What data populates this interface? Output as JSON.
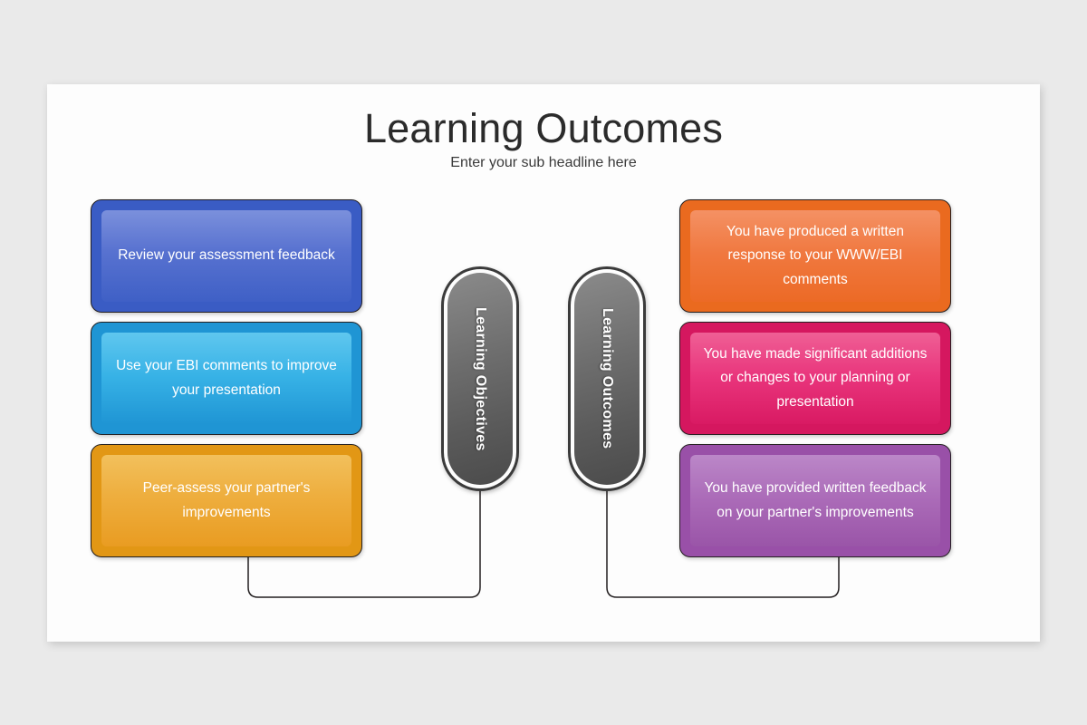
{
  "slide": {
    "title": "Learning Outcomes",
    "subtitle": "Enter your sub headline here"
  },
  "pills": [
    {
      "label": "Learning Objectives",
      "color": "#5a5a5a"
    },
    {
      "label": "Learning Outcomes",
      "color": "#5a5a5a"
    }
  ],
  "left_column": {
    "heading": "Learning Objectives",
    "cards": [
      {
        "text": "Review your assessment feedback",
        "color": "#3a5cc4",
        "name": "objective-card-1"
      },
      {
        "text": "Use your EBI comments to improve your presentation",
        "color": "#1f95d4",
        "name": "objective-card-2"
      },
      {
        "text": "Peer-assess your partner's improvements",
        "color": "#e29715",
        "name": "objective-card-3"
      }
    ]
  },
  "right_column": {
    "heading": "Learning Outcomes",
    "cards": [
      {
        "text": "You have produced a written response to your WWW/EBI comments",
        "color": "#ea6a1f",
        "name": "outcome-card-1"
      },
      {
        "text": "You have made significant additions or changes to your planning or presentation",
        "color": "#d5175f",
        "name": "outcome-card-2"
      },
      {
        "text": "You have provided written feedback on your partner's improvements",
        "color": "#9950a8",
        "name": "outcome-card-3"
      }
    ]
  },
  "theme": {
    "page_background": "#eaeaea",
    "slide_background": "#fdfdfd",
    "title_color": "#2b2b2b",
    "connector_color": "#231f20"
  }
}
